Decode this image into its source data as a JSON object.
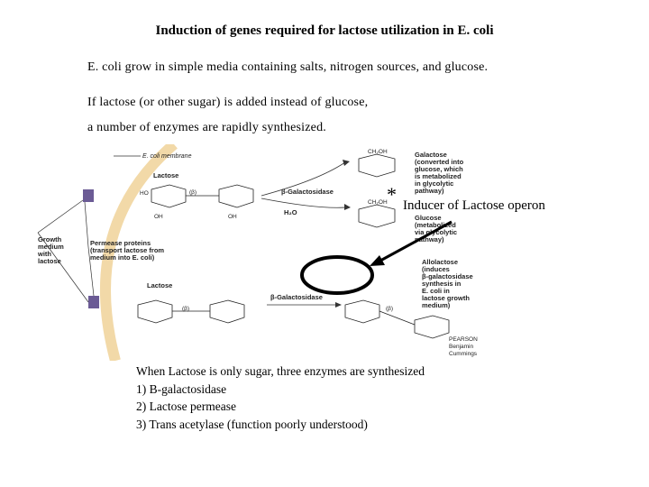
{
  "title": "Induction of genes required for lactose utilization in E. coli",
  "lines": [
    "E. coli grow in simple media containing salts, nitrogen sources, and glucose.",
    "If lactose (or other sugar) is added instead of glucose,",
    "a number of enzymes are rapidly synthesized."
  ],
  "figure": {
    "membrane_label": "E. coli membrane",
    "growth_medium": [
      "Growth",
      "medium",
      "with",
      "lactose"
    ],
    "lactose_top": "Lactose",
    "lactose_bottom": "Lactose",
    "permease": [
      "Permease proteins",
      "(transport lactose from",
      "medium into E. coli)"
    ],
    "enzyme_top": "β-Galactosidase",
    "enzyme_bottom": "β-Galactosidase",
    "water": "H₂O",
    "galactose": [
      "Galactose",
      "(converted into",
      "glucose, which",
      "is metabolized",
      "in glycolytic",
      "pathway)"
    ],
    "glucose": [
      "Glucose",
      "(metabolized",
      "via glycolytic",
      "pathway)"
    ],
    "allolactose": [
      "Allolactose",
      "(induces",
      "β-galactosidase",
      "synthesis in",
      "E. coli in",
      "lactose growth",
      "medium)"
    ],
    "credit": [
      "PEARSON",
      "Benjamin",
      "Cummings"
    ]
  },
  "star": "*",
  "inducer_label": "Inducer of Lactose operon",
  "list": [
    "When Lactose is only sugar, three enzymes are synthesized",
    "1)  B-galactosidase",
    "2)  Lactose permease",
    "3)  Trans acetylase (function poorly understood)"
  ],
  "colors": {
    "membrane": "#f2d9a8",
    "channel": "#6b5b95",
    "annotation": "#000000"
  }
}
